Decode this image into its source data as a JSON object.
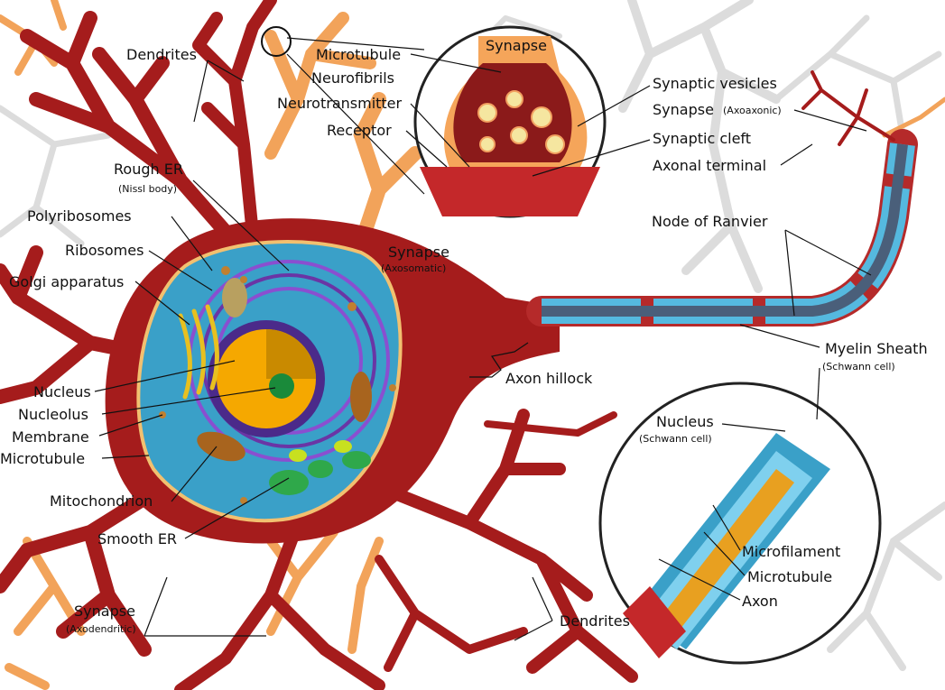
{
  "labels": {
    "dendrites_top": "Dendrites",
    "microtubule_top": "Microtubule",
    "neurofibrils": "Neurofibrils",
    "neurotransmitter": "Neurotransmitter",
    "receptor": "Receptor",
    "synapse_inset_title": "Synapse",
    "synaptic_vesicles": "Synaptic vesicles",
    "synapse_axoaxonic": "Synapse",
    "synapse_axoaxonic_sub": "(Axoaxonic)",
    "synaptic_cleft": "Synaptic cleft",
    "axonal_terminal": "Axonal terminal",
    "rough_er": "Rough ER",
    "rough_er_sub": "(Nissl body)",
    "polyribosomes": "Polyribosomes",
    "ribosomes": "Ribosomes",
    "golgi": "Golgi apparatus",
    "synapse_axosomatic": "Synapse",
    "synapse_axosomatic_sub": "(Axosomatic)",
    "node_of_ranvier": "Node of Ranvier",
    "nucleus": "Nucleus",
    "nucleolus": "Nucleolus",
    "membrane": "Membrane",
    "microtubule_left": "Microtubule",
    "axon_hillock": "Axon hillock",
    "myelin_sheath": "Myelin Sheath",
    "myelin_sheath_sub": "(Schwann cell)",
    "mitochondrion": "Mitochondrion",
    "smooth_er": "Smooth ER",
    "nucleus_schwann": "Nucleus",
    "nucleus_schwann_sub": "(Schwann cell)",
    "microfilament": "Microfilament",
    "microtubule_inset": "Microtubule",
    "axon": "Axon",
    "synapse_axodendritic": "Synapse",
    "synapse_axodendritic_sub": "(Axodendritic)",
    "dendrites_bottom": "Dendrites"
  },
  "colors": {
    "neuron_body": "#a51c1c",
    "dendrite_orange": "#f4a460",
    "cytoplasm": "#3aa0c8",
    "nucleus": "#f5a800",
    "nucleolus": "#1a8a3a",
    "rough_er": "#7a3fb5",
    "myelin": "#4db8e0",
    "axon_core": "#4a5f7a",
    "background_neuron": "#d8d8d8"
  }
}
